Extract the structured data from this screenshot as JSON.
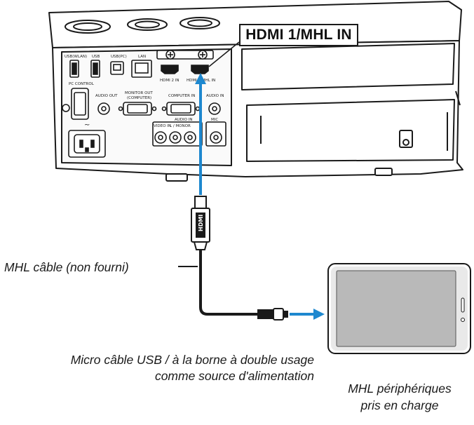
{
  "callout": {
    "port_name": "HDMI 1/MHL IN"
  },
  "panel_labels": {
    "usb_wlan": "USB(WLAN)",
    "usb": "USB",
    "usb_pc": "USB(PC)",
    "lan": "LAN",
    "hdmi2": "HDMI 2 IN",
    "hdmi1": "HDMI 1/MHL IN",
    "pc_control": "PC CONTROL",
    "audio_out": "AUDIO OUT",
    "monitor_out": "MONITOR OUT",
    "monitor_out_sub": "(COMPUTER)",
    "computer_in": "COMPUTER IN",
    "audio_in": "AUDIO IN",
    "audio_in2": "AUDIO IN",
    "video_in": "VIDEO IN",
    "l_mono": "L / MONO",
    "r": "R",
    "mic": "MIC"
  },
  "cable_plug_label": "HDMI",
  "labels": {
    "mhl_cable": "MHL câble (non fourni)",
    "micro_usb_line1": "Micro câble USB / à la borne à double usage",
    "micro_usb_line2": "comme source d'alimentation",
    "device_line1": "MHL périphériques",
    "device_line2": "pris en charge"
  },
  "colors": {
    "arrow": "#1e88cf",
    "line": "#1a1a1a"
  }
}
